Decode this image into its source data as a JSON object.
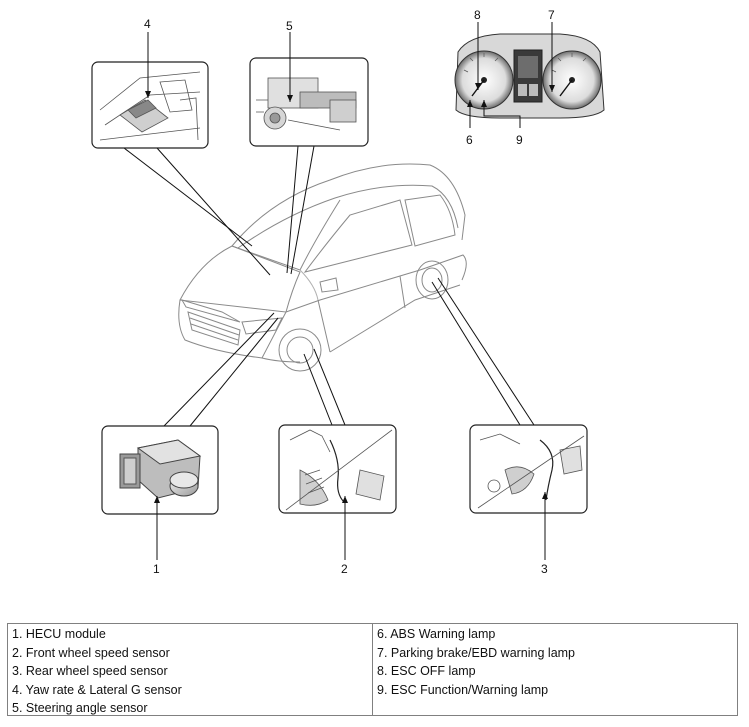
{
  "callouts": {
    "hecu": "1",
    "front_wheel": "2",
    "rear_wheel": "3",
    "yaw_rate": "4",
    "steering_angle": "5",
    "abs_lamp": "6",
    "parking_brake_lamp": "7",
    "esc_off_lamp": "8",
    "esc_function_lamp": "9"
  },
  "legend": {
    "left": [
      "1. HECU module",
      "2. Front wheel speed sensor",
      "3. Rear wheel speed sensor",
      "4. Yaw rate & Lateral G sensor",
      "5. Steering angle sensor"
    ],
    "right": [
      "6. ABS Warning lamp",
      "7. Parking brake/EBD warning lamp",
      "8. ESC OFF lamp",
      "9. ESC Function/Warning lamp"
    ]
  }
}
